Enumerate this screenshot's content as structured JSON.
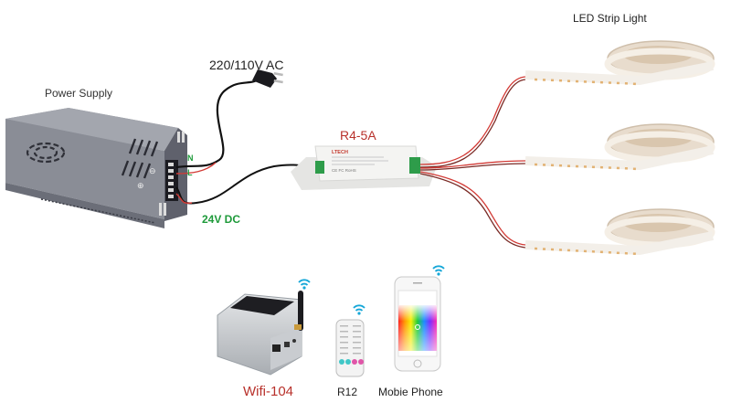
{
  "labels": {
    "power_supply": "Power Supply",
    "ac_input": "220/110V AC",
    "controller": "R4-5A",
    "led_strip": "LED Strip Light",
    "dc_output": "24V DC",
    "terminal_n": "N",
    "terminal_l": "L",
    "wifi_box": "Wifi-104",
    "remote": "R12",
    "phone": "Mobie Phone"
  },
  "controller_brand": "LTECH",
  "controller_marks": "CE  FC  RoHS",
  "colors": {
    "red_label": "#b8312b",
    "green_label": "#1e9a3a",
    "wire_black": "#111111",
    "wire_red": "#d23a35",
    "psu_body": "#8a8d96",
    "psu_dark": "#5f616c",
    "wifi_signal": "#16a7d8"
  },
  "devices": [
    {
      "id": "power-supply",
      "name": "Power Supply"
    },
    {
      "id": "controller",
      "name": "R4-5A"
    },
    {
      "id": "led-strip-1",
      "name": "LED Strip Light"
    },
    {
      "id": "led-strip-2",
      "name": "LED Strip Light"
    },
    {
      "id": "led-strip-3",
      "name": "LED Strip Light"
    },
    {
      "id": "wifi-box",
      "name": "Wifi-104"
    },
    {
      "id": "remote",
      "name": "R12"
    },
    {
      "id": "phone",
      "name": "Mobie Phone"
    }
  ]
}
